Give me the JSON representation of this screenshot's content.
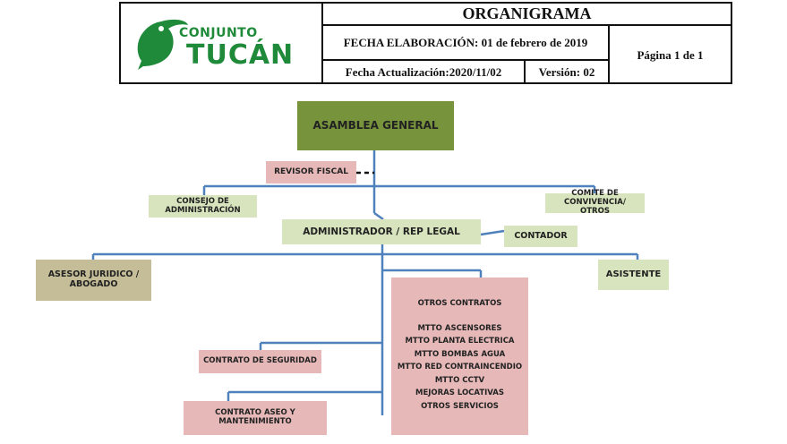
{
  "header": {
    "logo_small": "CONJUNTO",
    "logo_big": "TUCÁN",
    "title": "ORGANIGRAMA",
    "fecha_elaboracion": "FECHA ELABORACIÓN: 01 de febrero de 2019",
    "fecha_actualizacion": "Fecha Actualización:2020/11/02",
    "version": "Versión: 02",
    "pagina": "Página 1 de 1"
  },
  "org": {
    "asamblea": "ASAMBLEA GENERAL",
    "revisor": "REVISOR FISCAL",
    "consejo": [
      "CONSEJO DE",
      "ADMINISTRACIÓN"
    ],
    "comite": [
      "COMITE DE CONVIVENCIA/",
      "OTROS"
    ],
    "administrador": "ADMINISTRADOR / REP LEGAL",
    "contador": "CONTADOR",
    "asesor": [
      "ASESOR JURIDICO /",
      "ABOGADO"
    ],
    "asistente": "ASISTENTE",
    "seguridad": "CONTRATO DE SEGURIDAD",
    "aseo": "CONTRATO ASEO Y MANTENIMIENTO",
    "otros_title": "OTROS CONTRATOS",
    "otros_items": [
      "MTTO ASCENSORES",
      "MTTO PLANTA ELECTRICA",
      "MTTO BOMBAS AGUA",
      "MTTO RED CONTRAINCENDIO",
      "MTTO CCTV",
      "MEJORAS LOCATIVAS",
      "OTROS SERVICIOS"
    ]
  },
  "colors": {
    "green_dark": "#77933c",
    "green_light": "#d7e4bd",
    "pink": "#e6b9b8",
    "tan": "#c4bd97",
    "line": "#4f81bd",
    "logo_green": "#1f8a3a"
  }
}
